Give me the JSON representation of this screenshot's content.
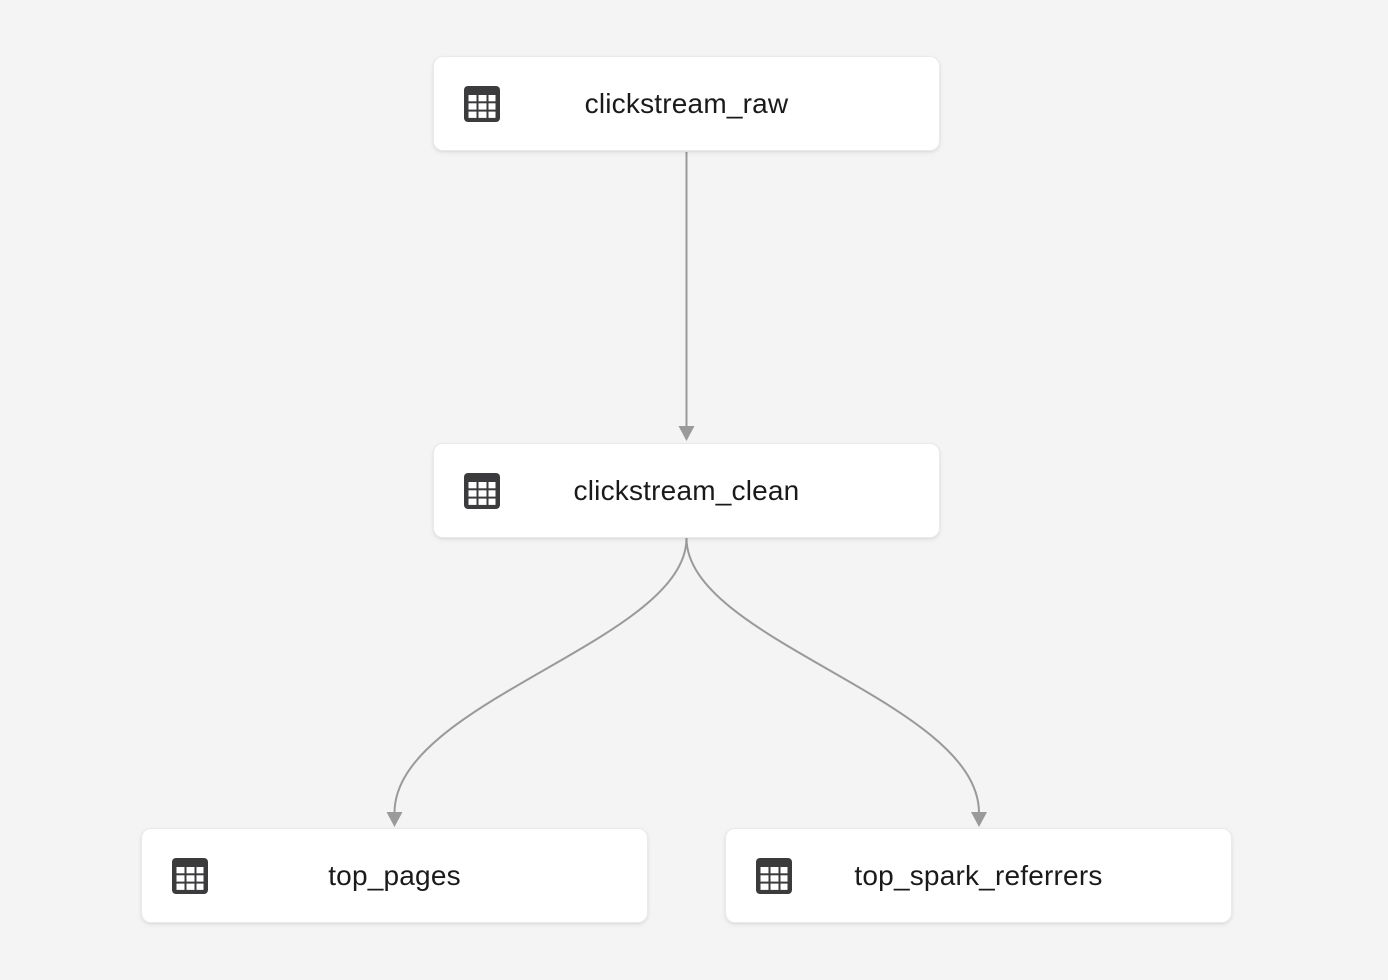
{
  "theme": {
    "background_color": "#f4f4f5",
    "node_background": "#ffffff",
    "node_border_color": "#eaeaec",
    "label_color": "#1a1a1a",
    "icon_color": "#3b3b3d",
    "edge_color": "#9a9a9a"
  },
  "nodes": [
    {
      "id": "clickstream_raw",
      "label": "clickstream_raw",
      "icon": "table-icon"
    },
    {
      "id": "clickstream_clean",
      "label": "clickstream_clean",
      "icon": "table-icon"
    },
    {
      "id": "top_pages",
      "label": "top_pages",
      "icon": "table-icon"
    },
    {
      "id": "top_spark_referrers",
      "label": "top_spark_referrers",
      "icon": "table-icon"
    }
  ],
  "edges": [
    {
      "from": "clickstream_raw",
      "to": "clickstream_clean"
    },
    {
      "from": "clickstream_clean",
      "to": "top_pages"
    },
    {
      "from": "clickstream_clean",
      "to": "top_spark_referrers"
    }
  ]
}
